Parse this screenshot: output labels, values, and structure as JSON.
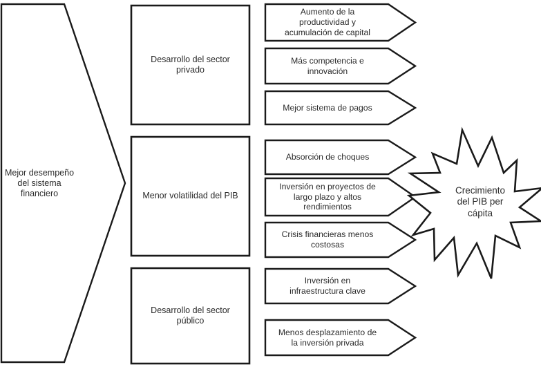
{
  "diagram": {
    "title": "Mejor desempeno del sistema financiero - Crecimiento del PIB per capita",
    "type": "flow-diagram",
    "background_color": "#ffffff",
    "stroke_color": "#1a1a1a",
    "text_color": "#2b2b2b"
  },
  "driver": {
    "shape": "right-pointing-pentagon",
    "label": "Mejor desempeño\ndel sistema\nfinanciero"
  },
  "stages": [
    {
      "shape": "rectangle",
      "label": "Desarrollo del sector\nprivado"
    },
    {
      "shape": "rectangle",
      "label": "Menor volatilidad del PIB"
    },
    {
      "shape": "rectangle",
      "label": "Desarrollo del sector\npúblico"
    }
  ],
  "outcomes": [
    {
      "shape": "right-arrow",
      "label": "Aumento de la\nproductividad y\nacumulación de capital"
    },
    {
      "shape": "right-arrow",
      "label": "Más competencia e\ninnovación"
    },
    {
      "shape": "right-arrow",
      "label": "Mejor sistema de pagos"
    },
    {
      "shape": "right-arrow",
      "label": "Absorción de choques"
    },
    {
      "shape": "right-arrow",
      "label": "Inversión en proyectos de\nlargo plazo y altos\nrendimientos"
    },
    {
      "shape": "right-arrow",
      "label": "Crisis financieras menos\ncostosas"
    },
    {
      "shape": "right-arrow",
      "label": "Inversión en\ninfraestructura clave"
    },
    {
      "shape": "right-arrow",
      "label": "Menos desplazamiento de\nla inversión privada"
    }
  ],
  "result": {
    "shape": "explosion-starburst",
    "label": "Crecimiento\ndel PIB per\ncápita"
  }
}
